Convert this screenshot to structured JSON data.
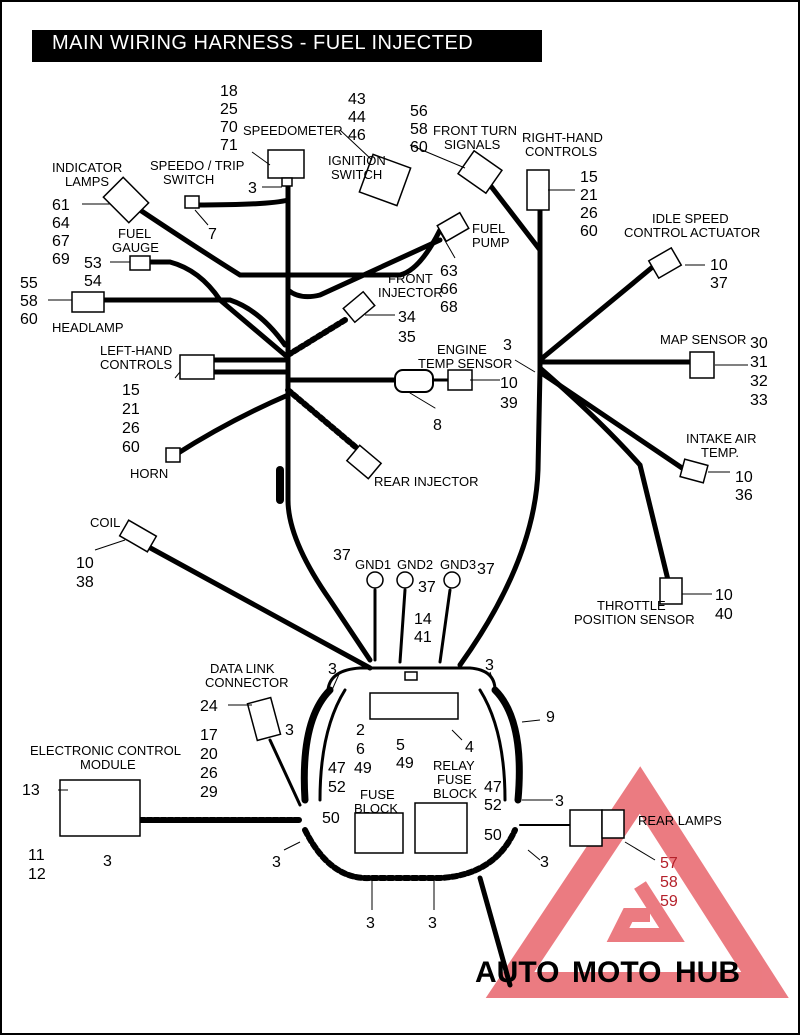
{
  "title": "MAIN WIRING HARNESS - FUEL INJECTED",
  "labels": {
    "speedometer": "SPEEDOMETER",
    "speedo_trip_1": "SPEEDO / TRIP",
    "speedo_trip_2": "SWITCH",
    "indicator_1": "INDICATOR",
    "indicator_2": "LAMPS",
    "ignition_1": "IGNITION",
    "ignition_2": "SWITCH",
    "front_turn_1": "FRONT TURN",
    "front_turn_2": "SIGNALS",
    "right_hand_1": "RIGHT-HAND",
    "right_hand_2": "CONTROLS",
    "fuel_gauge_1": "FUEL",
    "fuel_gauge_2": "GAUGE",
    "fuel_pump_1": "FUEL",
    "fuel_pump_2": "PUMP",
    "idle_speed_1": "IDLE SPEED",
    "idle_speed_2": "CONTROL ACTUATOR",
    "front_injector_1": "FRONT",
    "front_injector_2": "INJECTOR",
    "headlamp": "HEADLAMP",
    "left_hand_1": "LEFT-HAND",
    "left_hand_2": "CONTROLS",
    "engine_temp_1": "ENGINE",
    "engine_temp_2": "TEMP SENSOR",
    "map_sensor": "MAP SENSOR",
    "intake_air_1": "INTAKE AIR",
    "intake_air_2": "TEMP.",
    "horn": "HORN",
    "rear_injector": "REAR INJECTOR",
    "coil": "COIL",
    "gnd1": "GND1",
    "gnd2": "GND2",
    "gnd3": "GND3",
    "throttle_1": "THROTTLE",
    "throttle_2": "POSITION SENSOR",
    "data_link_1": "DATA LINK",
    "data_link_2": "CONNECTOR",
    "ecm_1": "ELECTRONIC CONTROL",
    "ecm_2": "MODULE",
    "fuse_block_1": "FUSE",
    "fuse_block_2": "BLOCK",
    "relay_1": "RELAY",
    "relay_2": "FUSE",
    "relay_3": "BLOCK",
    "rear_lamps": "REAR LAMPS"
  },
  "numbers": {
    "speedo_refs": [
      "18",
      "25",
      "70",
      "71"
    ],
    "ignition_refs": [
      "43",
      "44",
      "46"
    ],
    "front_turn_refs": [
      "56",
      "58",
      "60"
    ],
    "right_hand_refs": [
      "15",
      "21",
      "26",
      "60"
    ],
    "indicator_refs": [
      "61",
      "64",
      "67",
      "69"
    ],
    "speedo_3": "3",
    "speedo_trip_7": "7",
    "fuel_gauge_refs": [
      "53",
      "54"
    ],
    "fuel_pump_refs": [
      "63",
      "66",
      "68"
    ],
    "idle_speed_refs": [
      "10",
      "37"
    ],
    "headlamp_refs": [
      "55",
      "58",
      "60"
    ],
    "front_injector_refs": [
      "34",
      "35"
    ],
    "engine_temp_3": "3",
    "engine_temp_refs": [
      "10",
      "39"
    ],
    "map_refs": [
      "30",
      "31",
      "32",
      "33"
    ],
    "left_hand_refs": [
      "15",
      "21",
      "26",
      "60"
    ],
    "part_8": "8",
    "intake_air_refs": [
      "10",
      "36"
    ],
    "coil_refs": [
      "10",
      "38"
    ],
    "gnd_37_a": "37",
    "gnd_37_b": "37",
    "gnd_37_c": "37",
    "throttle_refs": [
      "10",
      "40"
    ],
    "part_14": "14",
    "part_41": "41",
    "part_3_a": "3",
    "part_3_b": "3",
    "part_24": "24",
    "part_3_c": "3",
    "part_9": "9",
    "part_2": "2",
    "part_6": "6",
    "part_5": "5",
    "part_4": "4",
    "part_49_a": "49",
    "part_49_b": "49",
    "data_link_refs": [
      "17",
      "20",
      "26",
      "29"
    ],
    "fuse_refs": [
      "47",
      "52"
    ],
    "relay_refs": [
      "47",
      "52"
    ],
    "part_13": "13",
    "part_50_a": "50",
    "part_50_b": "50",
    "part_3_d": "3",
    "ecm_refs": [
      "11",
      "12"
    ],
    "part_3_e": "3",
    "part_3_f": "3",
    "part_3_g": "3",
    "part_3_h": "3",
    "part_3_i": "3",
    "rear_lamps_refs": [
      "57",
      "58",
      "59"
    ]
  },
  "watermark": {
    "auto": "AUTO",
    "moto": "MOTO",
    "hub": "HUB",
    "color_triangle": "#e8646c",
    "color_auto": "#f3b93a",
    "color_moto": "#f3b93a",
    "color_hub": "#8e8e8e"
  }
}
